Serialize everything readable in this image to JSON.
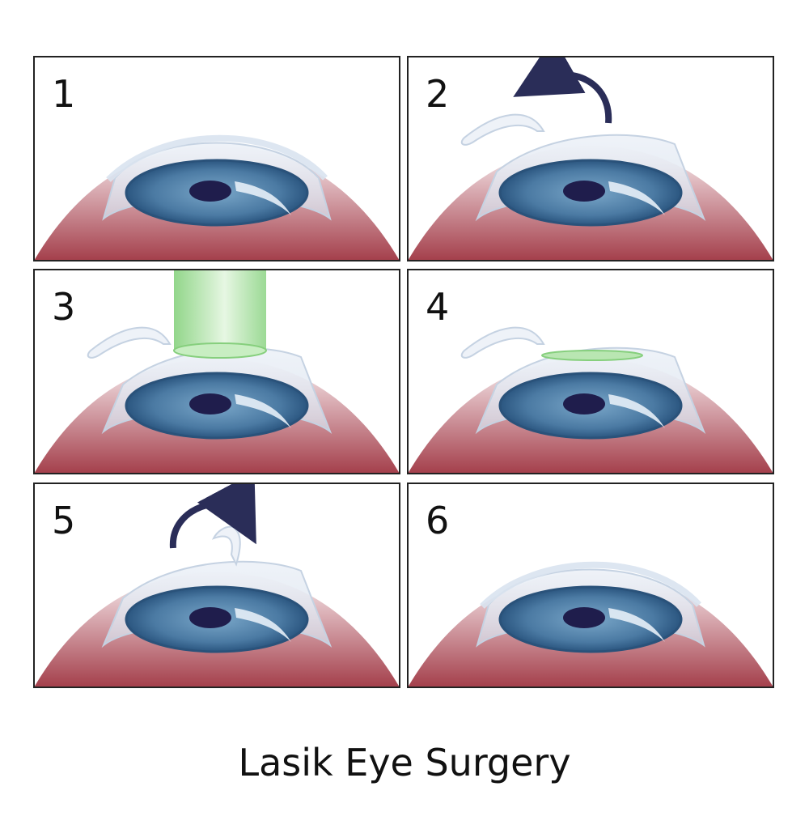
{
  "title": "Lasik Eye Surgery",
  "panels": [
    {
      "step": "1",
      "flap": "closed",
      "arrow": "none",
      "laser": false,
      "ablation": false
    },
    {
      "step": "2",
      "flap": "open",
      "arrow": "lift",
      "laser": false,
      "ablation": false
    },
    {
      "step": "3",
      "flap": "open",
      "arrow": "none",
      "laser": true,
      "ablation": false
    },
    {
      "step": "4",
      "flap": "open",
      "arrow": "none",
      "laser": false,
      "ablation": true
    },
    {
      "step": "5",
      "flap": "half",
      "arrow": "return",
      "laser": false,
      "ablation": false
    },
    {
      "step": "6",
      "flap": "closed",
      "arrow": "none",
      "laser": false,
      "ablation": false
    }
  ],
  "colors": {
    "frame": "#222222",
    "eyeball_top": "#f6eef0",
    "eyeball_bottom": "#a8404c",
    "iris_outer": "#2e5c84",
    "iris_inner": "#6f9ec2",
    "pupil": "#1f1d4c",
    "cornea": "#e4ebf4",
    "laser": "#98d88e",
    "arrow": "#2a2d58"
  }
}
